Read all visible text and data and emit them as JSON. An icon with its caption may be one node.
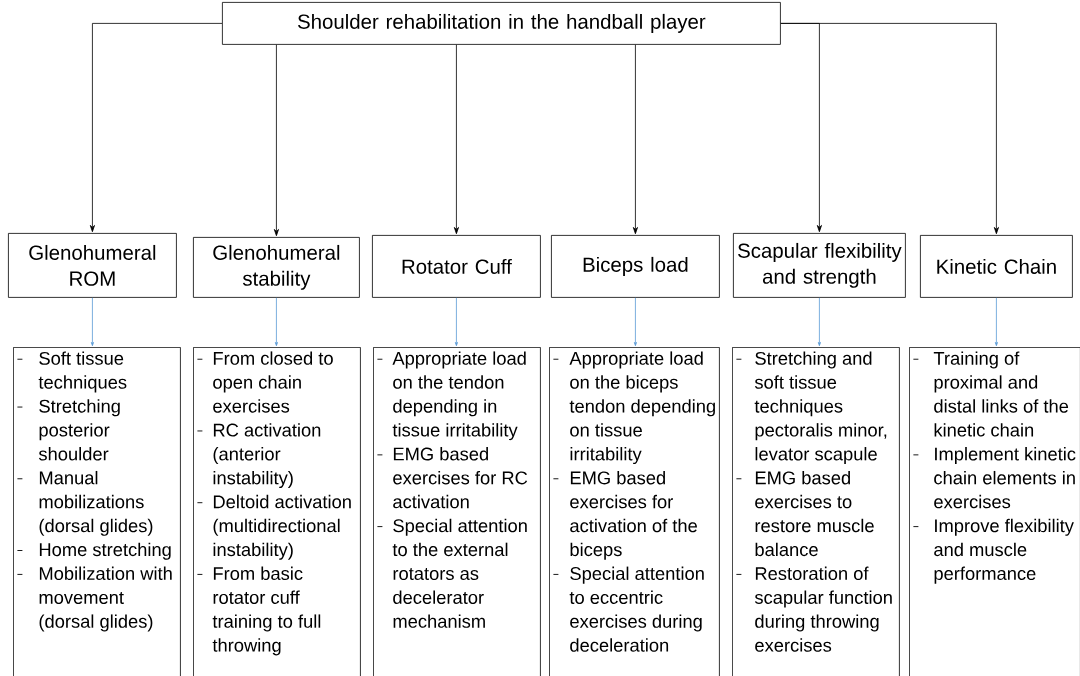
{
  "diagram": {
    "nodes": [
      {
        "text": [
          "Shoulder rehabilitation in the handball player"
        ]
      },
      {
        "text": [
          "Glenohumeral ROM"
        ]
      },
      {
        "text": [
          "Glenohumeral stability"
        ]
      },
      {
        "text": [
          "Rotator Cuff"
        ]
      },
      {
        "text": [
          "Biceps load"
        ]
      },
      {
        "text": [
          "Scapular flexibility and strength"
        ]
      },
      {
        "text": [
          "Kinetic Chain"
        ]
      },
      {
        "text": [
          "Soft tissue techniques",
          "Stretching posterior shoulder",
          "Manual mobilizations (dorsal glides)",
          "Home stretching",
          "Mobilization with movement (dorsal glides)"
        ]
      },
      {
        "text": [
          "From closed to open chain exercises",
          "RC activation (anterior instability)",
          "Deltoid activation (multidirectional instability)",
          "From basic rotator cuff training to full throwing"
        ]
      },
      {
        "text": [
          "Appropriate load on the tendon depending in tissue irritability",
          "EMG based exercises for RC activation",
          "Special attention to the external rotators as decelerator mechanism"
        ]
      },
      {
        "text": [
          "Appropriate load on the biceps tendon depending on tissue irritability",
          "EMG based exercises for activation of the biceps",
          "Special attention to eccentric exercises during deceleration"
        ]
      },
      {
        "text": [
          "Stretching and soft tissue techniques pectoralis minor, levator scapule",
          "EMG based exercises to restore muscle balance",
          "Restoration of scapular function during throwing exercises"
        ]
      },
      {
        "text": [
          "Training of proximal and distal links of the kinetic chain",
          "Implement kinetic chain elements in exercises",
          "Improve flexibility and muscle performance"
        ]
      }
    ],
    "edges": [
      {
        "from": 0,
        "to": 1,
        "arrow": "to"
      },
      {
        "from": 0,
        "to": 2,
        "arrow": "to"
      },
      {
        "from": 0,
        "to": 3,
        "arrow": "to"
      },
      {
        "from": 0,
        "to": 4,
        "arrow": "to"
      },
      {
        "from": 0,
        "to": 5,
        "arrow": "to"
      },
      {
        "from": 0,
        "to": 6,
        "arrow": "to"
      },
      {
        "from": 1,
        "to": 7,
        "arrow": "to",
        "color": "#5b9bd5"
      },
      {
        "from": 2,
        "to": 8,
        "arrow": "to",
        "color": "#5b9bd5"
      },
      {
        "from": 3,
        "to": 9,
        "arrow": "to",
        "color": "#5b9bd5"
      },
      {
        "from": 4,
        "to": 10,
        "arrow": "to",
        "color": "#5b9bd5"
      },
      {
        "from": 5,
        "to": 11,
        "arrow": "to",
        "color": "#5b9bd5"
      },
      {
        "from": 6,
        "to": 12,
        "arrow": "to",
        "color": "#5b9bd5"
      }
    ]
  }
}
